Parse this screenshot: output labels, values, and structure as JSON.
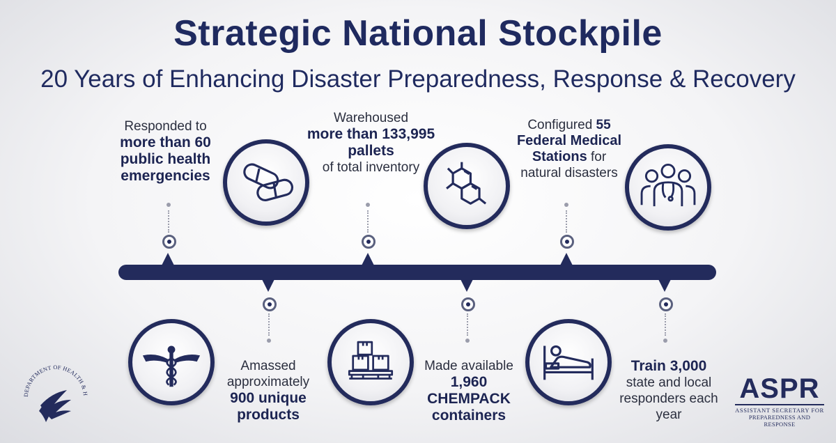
{
  "header": {
    "title": "Strategic National Stockpile",
    "subtitle": "20 Years of Enhancing Disaster Preparedness, Response & Recovery"
  },
  "milestones_top": [
    {
      "line1": "Responded to",
      "bold": "more than 60 public health emergencies",
      "icon": "pills-icon"
    },
    {
      "line1": "Warehoused",
      "bold": "more than 133,995 pallets",
      "line3": "of total inventory",
      "icon": "molecule-icon"
    },
    {
      "line1": "Configured",
      "bold1": "55",
      "bold2": "Federal Medical Stations",
      "tail": "for",
      "line3": "natural disasters",
      "icon": "medical-staff-icon"
    }
  ],
  "milestones_bottom": [
    {
      "line1": "Amassed approximately",
      "bold": "900 unique products",
      "icon": "caduceus-icon"
    },
    {
      "line1": "Made available",
      "bold": "1,960 CHEMPACK containers",
      "icon": "boxes-pallet-icon"
    },
    {
      "bold": "Train 3,000",
      "line2": "state and local responders each year",
      "icon": "hospital-bed-icon"
    }
  ],
  "logos": {
    "hhs_ring_text": "DEPARTMENT OF HEALTH & HUMAN SERVICES · USA",
    "aspr_name": "ASPR",
    "aspr_line1": "ASSISTANT SECRETARY FOR",
    "aspr_line2": "PREPAREDNESS AND RESPONSE"
  },
  "colors": {
    "navy": "#232b5c",
    "title": "#1f2a5f"
  }
}
